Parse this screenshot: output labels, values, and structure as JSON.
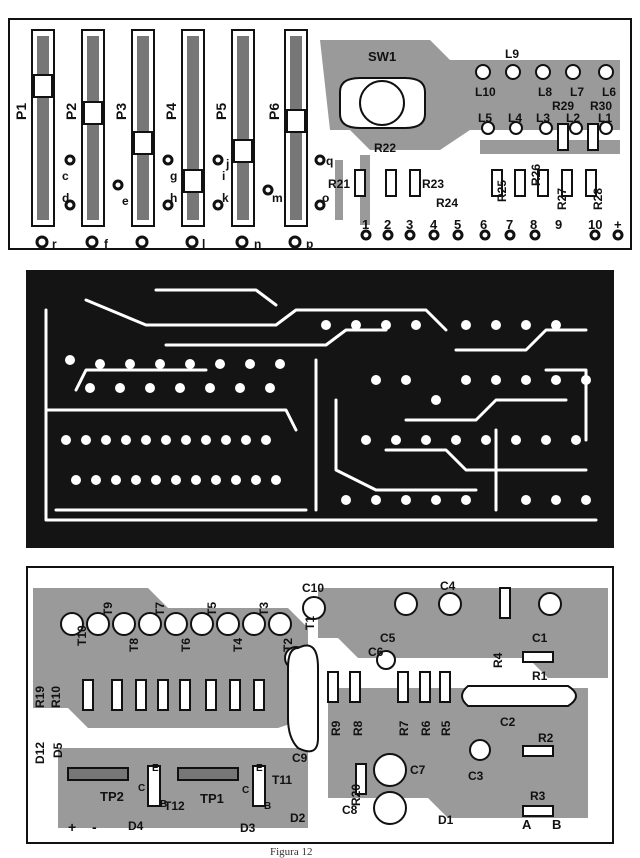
{
  "top_board": {
    "sliders": [
      "P1",
      "P2",
      "P3",
      "P4",
      "P5",
      "P6"
    ],
    "switch": "SW1",
    "leds_row1": [
      "L9"
    ],
    "leds_row2": [
      "L10",
      "L8",
      "L7",
      "L6"
    ],
    "leds_row3": [
      "L5",
      "L4",
      "L3",
      "L2",
      "L1"
    ],
    "resistors": [
      "R29",
      "R30",
      "R22",
      "R21",
      "R23",
      "R24",
      "R25",
      "R26",
      "R27",
      "R28"
    ],
    "pad_letters": [
      "c",
      "d",
      "e",
      "f",
      "g",
      "h",
      "i",
      "j",
      "k",
      "l",
      "m",
      "n",
      "o",
      "p",
      "q",
      "r"
    ],
    "terminals": [
      "1",
      "2",
      "3",
      "4",
      "5",
      "6",
      "7",
      "8",
      "9",
      "10",
      "+"
    ]
  },
  "bottom_board": {
    "transistors_row": [
      "T10",
      "T9",
      "T8",
      "T7",
      "T6",
      "T5",
      "T4",
      "T3",
      "T2",
      "T1"
    ],
    "resistors_row": [
      "R19",
      "R10",
      "R9",
      "R8",
      "R7",
      "R6",
      "R5",
      "R4",
      "R1",
      "R2",
      "R3",
      "R20"
    ],
    "capacitors": [
      "C10",
      "C9",
      "C4",
      "C5",
      "C6",
      "C1",
      "C2",
      "C3",
      "C7",
      "C8"
    ],
    "diodes": [
      "D12",
      "D5",
      "D4",
      "D3",
      "D2",
      "D1"
    ],
    "trimmers": [
      "TP2",
      "TP1"
    ],
    "transistors_small": [
      "T12",
      "T11"
    ],
    "pins": [
      "E",
      "B",
      "C"
    ],
    "terminals": [
      "A",
      "B",
      "+",
      "-"
    ]
  },
  "caption": "Figura 12"
}
